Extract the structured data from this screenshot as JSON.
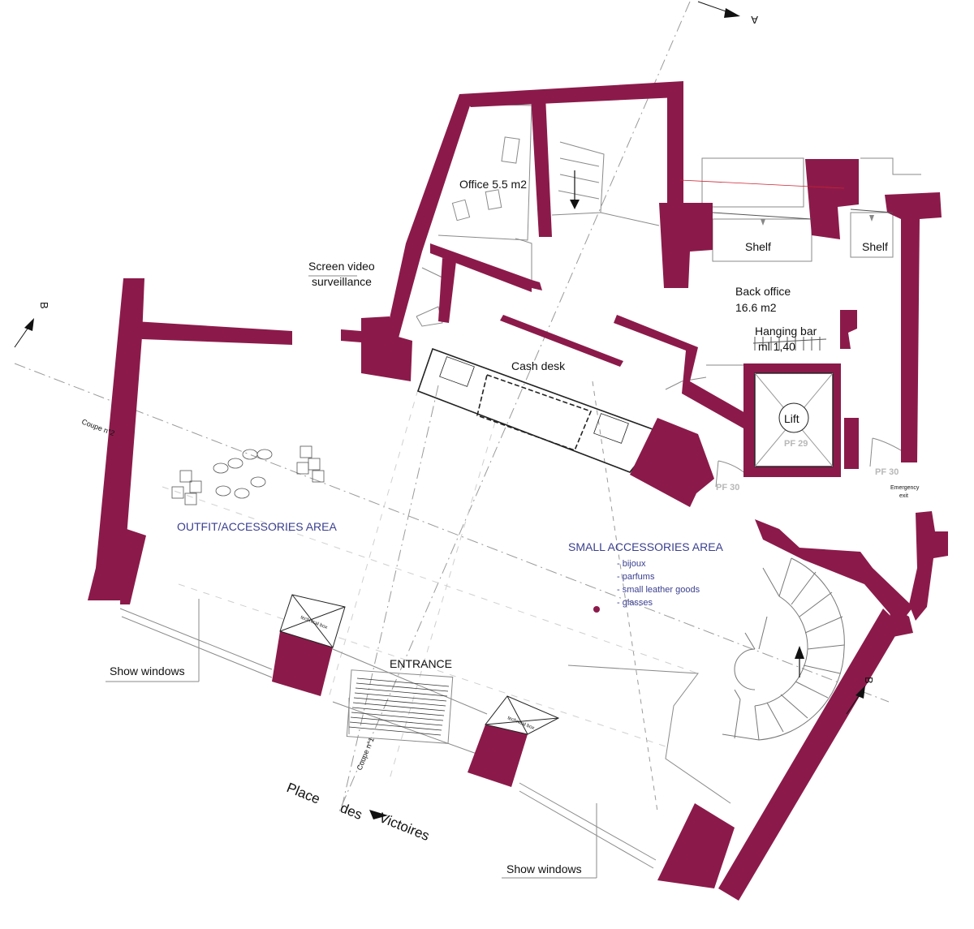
{
  "colors": {
    "wall": "#8b1a4a",
    "line": "#222222",
    "thin": "#8a8a8a",
    "area_text": "#3a3f8f",
    "pf_text": "#b8b8b8"
  },
  "rooms": {
    "office": "Office 5.5 m2",
    "cash_desk": "Cash desk",
    "back_office_name": "Back office",
    "back_office_area": "16.6 m2",
    "hanging_bar_1": "Hanging bar",
    "hanging_bar_2": "ml 1,40",
    "lift": "Lift",
    "screen_1": "Screen video",
    "screen_2": "surveillance",
    "shelf_left": "Shelf",
    "shelf_right": "Shelf",
    "entrance": "ENTRANCE",
    "show_windows_left": "Show windows",
    "show_windows_right": "Show windows",
    "emergency_1": "Emergency",
    "emergency_2": "exit",
    "technical_box_1": "technical box",
    "technical_box_2": "technical box"
  },
  "areas": {
    "outfit": "OUTFIT/ACCESSORIES AREA",
    "small_accessories": "SMALL ACCESSORIES AREA",
    "items": [
      "- bijoux",
      "- parfums",
      "- small leather goods",
      "- glasses"
    ]
  },
  "fire_ratings": {
    "pf29": "PF 29",
    "pf30_a": "PF 30",
    "pf30_b": "PF 30"
  },
  "section_markers": {
    "a": "A",
    "b_left": "B",
    "b_right": "B",
    "coupe_1": "Coupe n°1",
    "coupe_2": "Coupe n°2"
  },
  "street": {
    "word1": "Place",
    "word2": "des",
    "word3": "Victoires"
  }
}
